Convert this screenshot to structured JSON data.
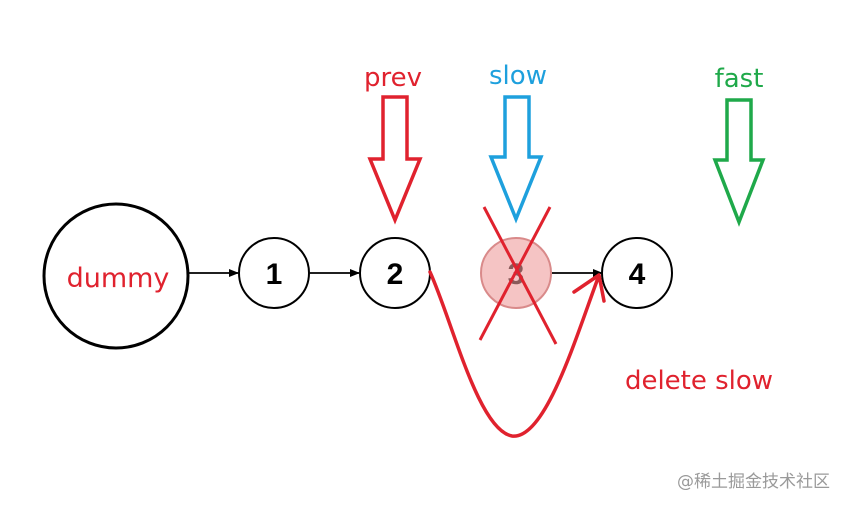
{
  "diagram": {
    "nodes": {
      "dummy": "dummy",
      "n1": "1",
      "n2": "2",
      "n3": "3",
      "n4": "4"
    },
    "pointers": {
      "prev": "prev",
      "slow": "slow",
      "fast": "fast"
    },
    "annotation": "delete slow",
    "watermark": "@稀土掘金技术社区",
    "colors": {
      "prev": "#e0222e",
      "slow": "#1ea0dd",
      "fast": "#1fa94a",
      "deleted_fill": "#f5c4c4",
      "cross": "#e0222e",
      "node_stroke": "#000000"
    }
  }
}
